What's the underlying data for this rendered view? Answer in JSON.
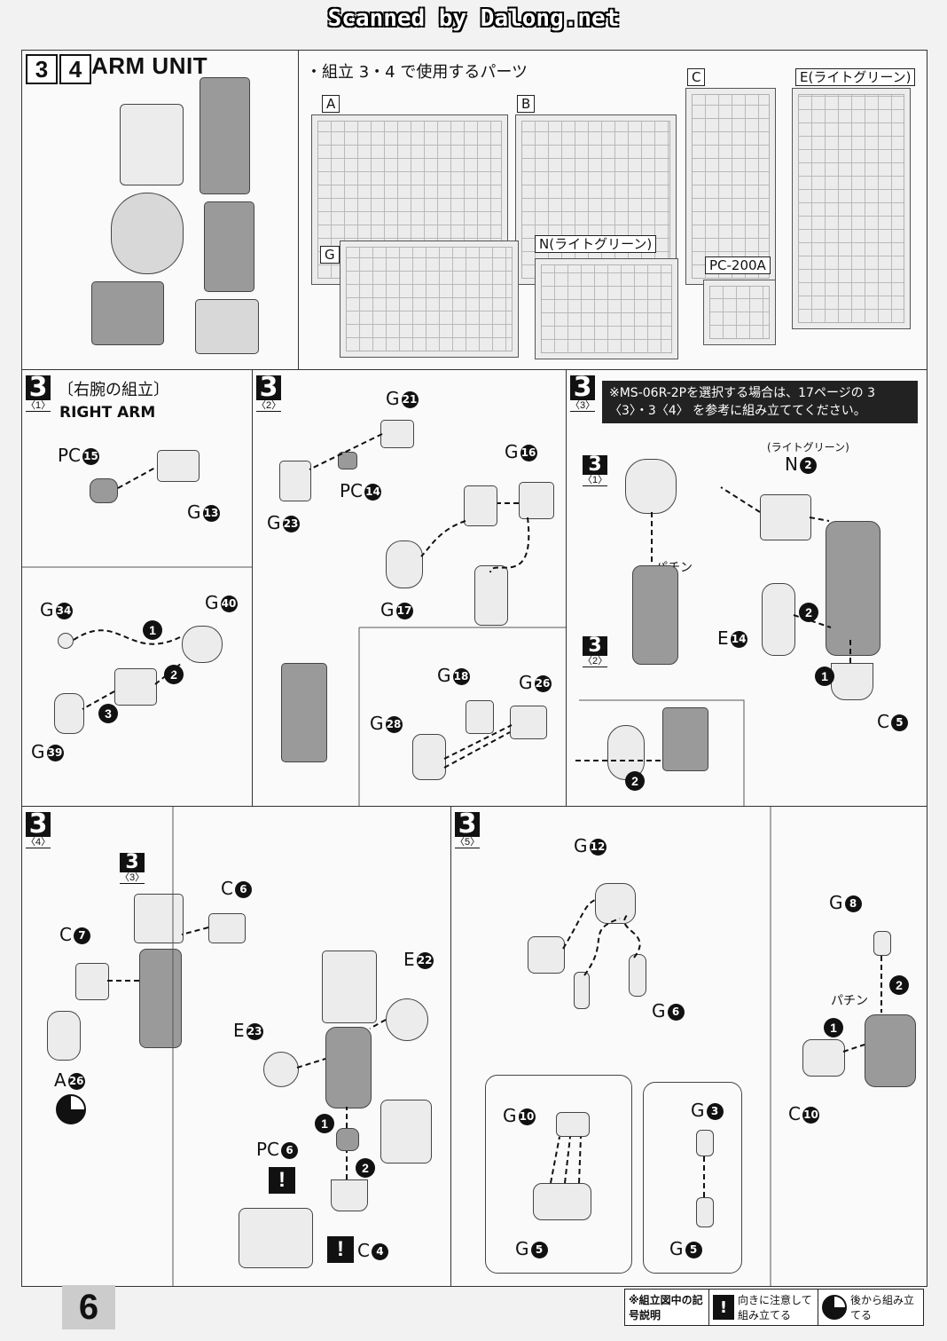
{
  "watermark": "Scanned by Dalong.net",
  "header": {
    "step_a": "3",
    "step_b": "4",
    "title": "ARM UNIT",
    "parts_heading": "・組立 3・4 で使用するパーツ"
  },
  "runners": {
    "a": "A",
    "b": "B",
    "c": "C",
    "e": "E(ライトグリーン)",
    "g": "G",
    "n": "N(ライトグリーン)",
    "pc": "PC-200A"
  },
  "step1": {
    "num": "3",
    "sub": "〈1〉",
    "title_jp": "〔右腕の組立〕",
    "title_en": "RIGHT ARM",
    "pc15": "PC",
    "pc15_n": "15",
    "g13": "G",
    "g13_n": "13",
    "g34": "G",
    "g34_n": "34",
    "g40": "G",
    "g40_n": "40",
    "g39": "G",
    "g39_n": "39"
  },
  "step2": {
    "num": "3",
    "sub": "〈2〉",
    "g21": "G",
    "g21_n": "21",
    "g23": "G",
    "g23_n": "23",
    "pc14": "PC",
    "pc14_n": "14",
    "g16": "G",
    "g16_n": "16",
    "g17": "G",
    "g17_n": "17",
    "g18": "G",
    "g18_n": "18",
    "g26": "G",
    "g26_n": "26",
    "g28": "G",
    "g28_n": "28"
  },
  "step3": {
    "num": "3",
    "sub": "〈3〉",
    "note": "※MS-06R-2Pを選択する場合は、17ページの 3〈3〉・3〈4〉 を参考に組み立ててください。",
    "ref1": "〈1〉",
    "ref2": "〈2〉",
    "snap": "パチン",
    "n2_note": "(ライトグリーン)",
    "n2": "N",
    "n2_n": "2",
    "e14": "E",
    "e14_n": "14",
    "c5": "C",
    "c5_n": "5"
  },
  "step4": {
    "num": "3",
    "sub": "〈4〉",
    "ref": "〈3〉",
    "c6": "C",
    "c6_n": "6",
    "c7": "C",
    "c7_n": "7",
    "a26": "A",
    "a26_n": "26",
    "e22": "E",
    "e22_n": "22",
    "e23": "E",
    "e23_n": "23",
    "pc6": "PC",
    "pc6_n": "6",
    "c4": "C",
    "c4_n": "4"
  },
  "step5": {
    "num": "3",
    "sub": "〈5〉",
    "g12": "G",
    "g12_n": "12",
    "g6": "G",
    "g6_n": "6",
    "g10": "G",
    "g10_n": "10",
    "g3": "G",
    "g3_n": "3",
    "g5a": "G",
    "g5a_n": "5",
    "g5b": "G",
    "g5b_n": "5",
    "g8": "G",
    "g8_n": "8",
    "c10": "C",
    "c10_n": "10",
    "snap": "パチン"
  },
  "footer": {
    "page": "6",
    "legend_title": "※組立図中の記号説明",
    "legend_warn": "向きに注意して組み立てる",
    "legend_back": "後から組み立てる"
  }
}
